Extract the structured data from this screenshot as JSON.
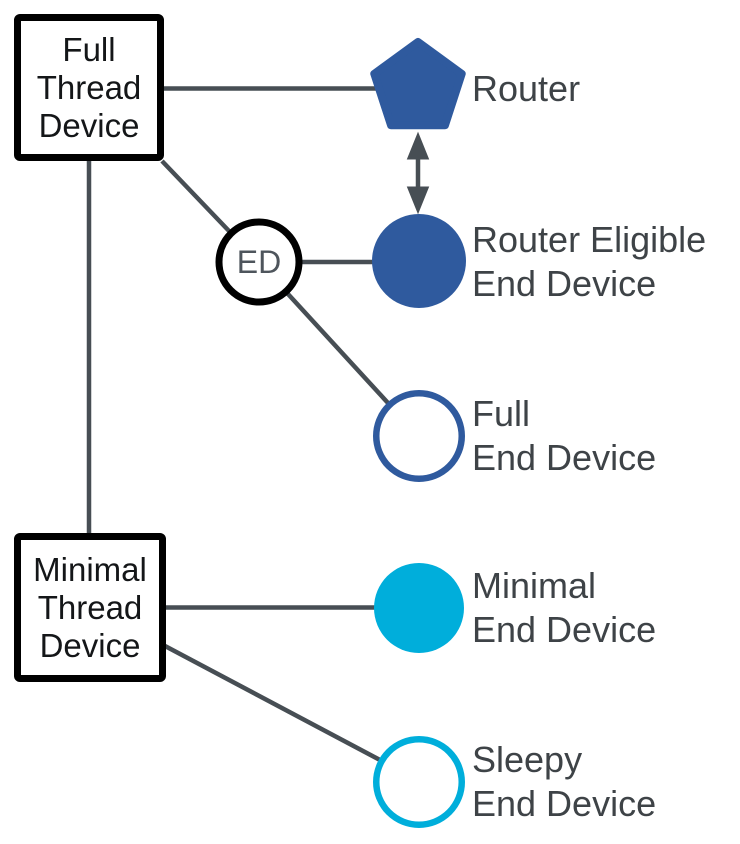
{
  "colors": {
    "blue": "#2f5a9e",
    "cyan": "#00aedb",
    "connector": "#474e54",
    "label_text": "#3e4347",
    "box_text": "#141618",
    "black": "#000000",
    "white": "#ffffff"
  },
  "boxes": {
    "full_thread_device": {
      "lines": [
        "Full",
        "Thread",
        "Device"
      ]
    },
    "minimal_thread_device": {
      "lines": [
        "Minimal",
        "Thread",
        "Device"
      ]
    }
  },
  "nodes": {
    "router": {
      "shape": "pentagon-filled",
      "label": "Router"
    },
    "router_eligible_end_device": {
      "shape": "circle-filled",
      "label_lines": [
        "Router Eligible",
        "End Device"
      ]
    },
    "end_device_badge": {
      "shape": "circle-outlined",
      "label": "ED"
    },
    "full_end_device": {
      "shape": "circle-outlined",
      "label_lines": [
        "Full",
        "End Device"
      ]
    },
    "minimal_end_device": {
      "shape": "circle-filled",
      "label_lines": [
        "Minimal",
        "End Device"
      ]
    },
    "sleepy_end_device": {
      "shape": "circle-outlined",
      "label_lines": [
        "Sleepy",
        "End Device"
      ]
    }
  }
}
